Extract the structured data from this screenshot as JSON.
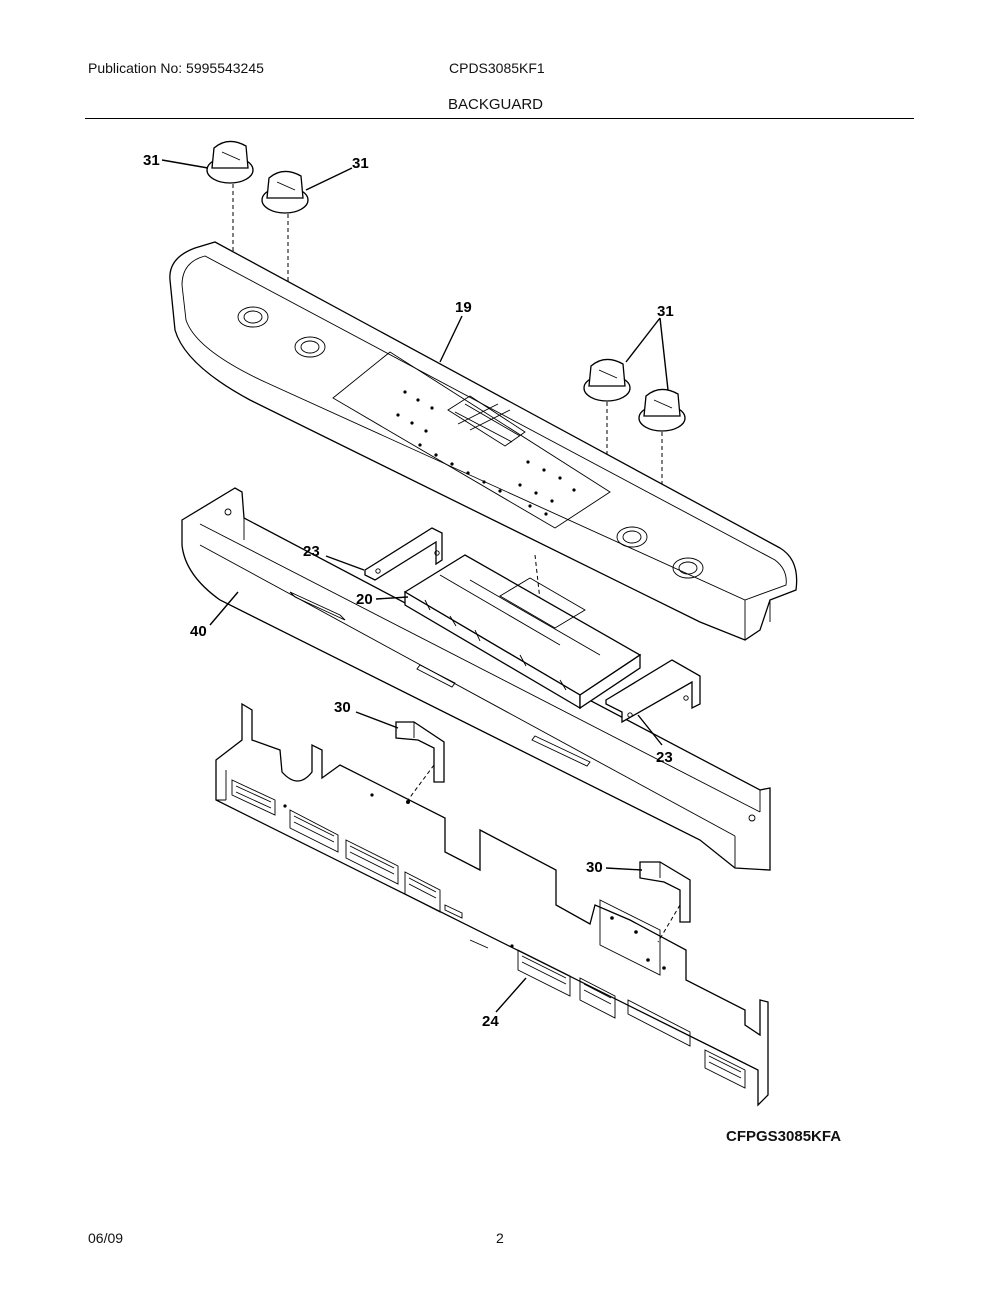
{
  "header": {
    "publication": "Publication No: 5995543245",
    "model": "CPDS3085KF1",
    "section": "BACKGUARD"
  },
  "callouts": {
    "knob_a": "31",
    "knob_b": "31",
    "knob_pair": "31",
    "backguard_panel": "19",
    "bracket_upper": "23",
    "control_board": "20",
    "trim": "40",
    "bracket_lower": "23",
    "clip_left": "30",
    "clip_right": "30",
    "rear_panel": "24"
  },
  "diagram_code": "CFPGS3085KFA",
  "footer": {
    "date": "06/09",
    "page": "2"
  }
}
